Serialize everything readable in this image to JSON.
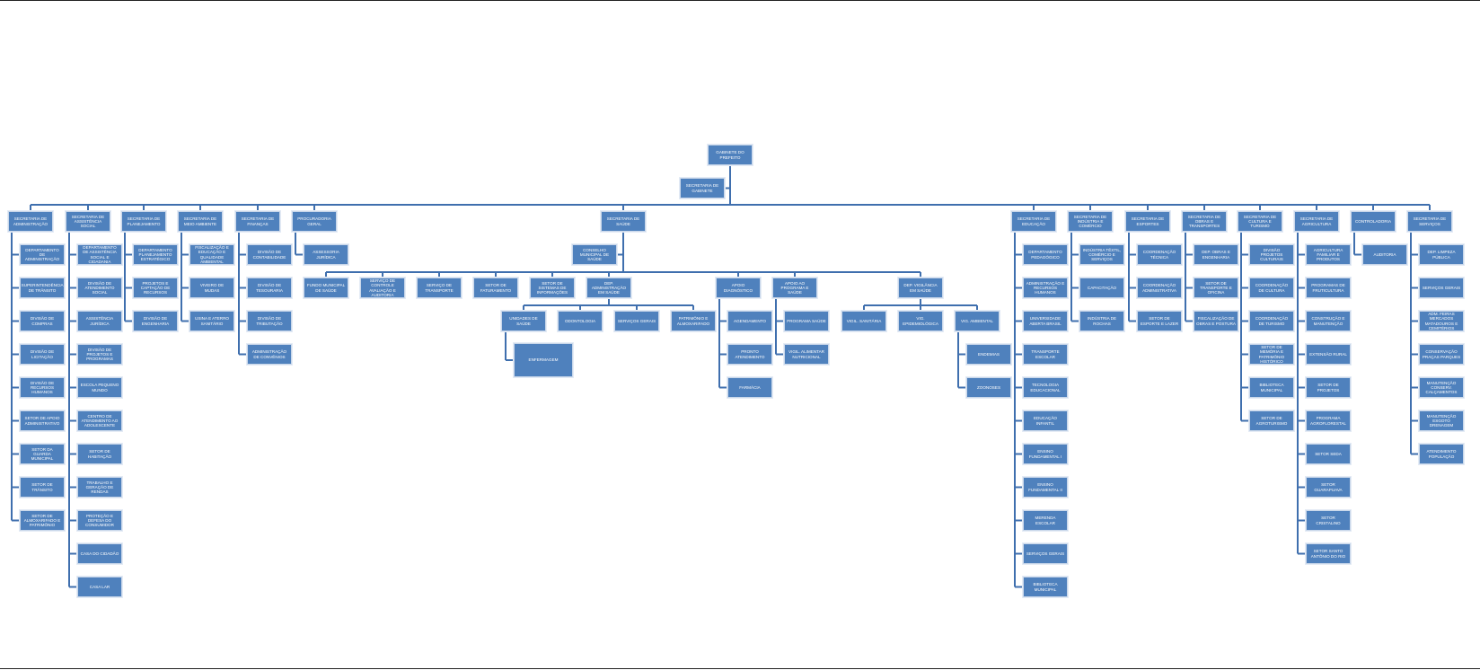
{
  "top": {
    "mayor": "GABINETE DO PREFEITO",
    "cabinet": "SECRETARIA DE GABINETE"
  },
  "departments": [
    {
      "name": "SECRETARIA DE ADMINISTRAÇÃO",
      "children": [
        "DEPARTAMENTO DE ADMINISTRAÇÃO",
        "SUPERINTENDÊNCIA DE TRÂNSITO",
        "DIVISÃO DE COMPRAS",
        "DIVISÃO DE LICITAÇÃO",
        "DIVISÃO DE RECURSOS HUMANOS",
        "SETOR DE APOIO ADMINISTRATIVO",
        "SETOR DA GUARDA MUNICIPAL",
        "SETOR DE TRÂNSITO",
        "SETOR DE ALMOXARIFADO E PATRIMÔNIO"
      ]
    },
    {
      "name": "SECRETARIA DE ASSISTÊNCIA SOCIAL",
      "children": [
        "DEPARTAMENTO DE ASSISTÊNCIA SOCIAL E CIDADANIA",
        "DIVISÃO DE ATENDIMENTO SOCIAL",
        "ASSISTÊNCIA JURÍDICA",
        "DIVISÃO DE PROJETOS E PROGRAMAS",
        "ESCOLA PEQUENO MUNDO",
        "CENTRO DE ATENDIMENTO AO ADOLESCENTE",
        "SETOR DE HABITAÇÃO",
        "TRABALHO E GERAÇÃO DE RENDAS",
        "PROTEÇÃO E DEFESA DO CONSUMIDOR",
        "CASA DO CIDADÃO",
        "CASA LAR"
      ]
    },
    {
      "name": "SECRETARIA DE PLANEJAMENTO",
      "children": [
        "DEPARTAMENTO PLANEJAMENTO ESTRATÉGICO",
        "PROJETOS E CAPTAÇÃO DE RECURSOS",
        "DIVISÃO DE ENGENHARIA"
      ]
    },
    {
      "name": "SECRETARIA DE MEIO AMBIENTE",
      "children": [
        "FISCALIZAÇÃO E EDUCAÇÃO E QUALIDADE AMBIENTAL",
        "VIVEIRO DE MUDAS",
        "USINA E ATERRO SANITÁRIO"
      ]
    },
    {
      "name": "SECRETARIA DE FINANÇAS",
      "children": [
        "DIVISÃO DE CONTABILIDADE",
        "DIVISÃO DE TESOURARIA",
        "DIVISÃO DE TRIBUTAÇÃO",
        "ADMINISTRAÇÃO DE CONVÊNIOS"
      ]
    },
    {
      "name": "PROCURADORIA GERAL",
      "children": [
        "ASSESSORIA JURÍDICA"
      ]
    },
    {
      "name": "SECRETARIA DE SAÚDE",
      "council": "CONSELHO MUNICIPAL DE SAÚDE",
      "units": [
        {
          "name": "FUNDO MUNICIPAL DE SAÚDE"
        },
        {
          "name": "SERVIÇO DE CONTROLE AVALIAÇÃO E AUDITORIA"
        },
        {
          "name": "SERVIÇO DE TRANSPORTE"
        },
        {
          "name": "SETOR DE FATURAMENTO"
        },
        {
          "name": "SETOR DE SISTEMAS DE INFORMAÇÕES"
        },
        {
          "name": "DEP. ADMINISTRAÇÃO EM SAÚDE",
          "children": [
            {
              "name": "UNIDADES DE SAÚDE",
              "children": [
                {
                  "name": "ENFERMAGEM"
                }
              ]
            },
            {
              "name": "ODONTOLOGIA"
            },
            {
              "name": "SERVIÇOS GERAIS"
            },
            {
              "name": "PATRIMÔNIO E ALMOXARIFADO"
            }
          ]
        },
        {
          "name": "APOIO DIAGNÓSTICO",
          "children": [
            {
              "name": "AGENDAMENTO"
            },
            {
              "name": "PRONTO ATENDIMENTO"
            },
            {
              "name": "FARMÁCIA"
            }
          ]
        },
        {
          "name": "APOIO AO PROGRAMA E SAÚDE",
          "children": [
            {
              "name": "PROGRAMA SAÚDE"
            },
            {
              "name": "VIGIL. ALIMENTAR NUTRICIONAL"
            }
          ]
        },
        {
          "name": "DEP. VIGILÂNCIA EM SAÚDE",
          "children": [
            {
              "name": "VIGIL. SANITÁRIA"
            },
            {
              "name": "VIG. EPIDEMIOLÓGICA"
            },
            {
              "name": "VIG. AMBIENTAL",
              "children": [
                {
                  "name": "ENDEMIAS"
                },
                {
                  "name": "ZOONOSES"
                }
              ]
            }
          ]
        }
      ]
    },
    {
      "name": "SECRETARIA DE EDUCAÇÃO",
      "children": [
        "DEPARTAMENTO PEDAGÓGICO",
        "ADMINISTRAÇÃO E RECURSOS HUMANOS",
        "UNIVERSIDADE ABERTA BRASIL",
        "TRANSPORTE ESCOLAR",
        "TECNOLOGIA EDUCACIONAL",
        "EDUCAÇÃO INFANTIL",
        "ENSINO FUNDAMENTAL I",
        "ENSINO FUNDAMENTAL II",
        "MERENDA ESCOLAR",
        "SERVIÇOS GERAIS",
        "BIBLIOTECA MUNICIPAL"
      ]
    },
    {
      "name": "SECRETARIA DE INDÚSTRIA E COMÉRCIO",
      "children": [
        "INDÚSTRIA TÊXTIL, COMÉRCIO E SERVIÇOS",
        "CAPACITAÇÃO",
        "INDÚSTRIA DE ROCHAS"
      ]
    },
    {
      "name": "SECRETARIA DE ESPORTES",
      "children": [
        "COORDENAÇÃO TÉCNICA",
        "COORDENAÇÃO ADMINISTRATIVA",
        "SETOR DE ESPORTE E LAZER"
      ]
    },
    {
      "name": "SECRETARIA DE OBRAS E TRANSPORTES",
      "children": [
        "DEP. OBRAS E ENGENHARIA",
        "SETOR DE TRANSPORTE E OFICINA",
        "FISCALIZAÇÃO DE OBRAS E POSTURA"
      ]
    },
    {
      "name": "SECRETARIA DE CULTURA E TURISMO",
      "children": [
        "DIVISÃO PROJETOS CULTURAIS",
        "COORDENAÇÃO DE CULTURA",
        "COORDENAÇÃO DE TURISMO",
        "SETOR DE MEMÓRIA E PATRIMÔNIO HISTÓRICO",
        "BIBLIOTECA MUNICIPAL",
        "SETOR DE AGROTURISMO"
      ]
    },
    {
      "name": "SECRETARIA DE AGRICULTURA",
      "children": [
        "AGRICULTURA FAMILIAR E PRODUTOS",
        "PROGRAMAS DE FRUTICULTURA",
        "CONSTRUÇÃO E MANUTENÇÃO",
        "EXTENSÃO RURAL",
        "SETOR DE PROJETOS",
        "PROGRAMA AGROFLORESTAL",
        "SETOR SEDA",
        "SETOR GUARAPUAVA",
        "SETOR CRISTALINO",
        "SETOR SANTO ANTÔNIO DO RIO"
      ]
    },
    {
      "name": "CONTROLADORIA",
      "children": [
        "AUDITORIA"
      ]
    },
    {
      "name": "SECRETARIA DE SERVIÇOS",
      "children": [
        "DEP. LIMPEZA PÚBLICA",
        "SERVIÇOS GERAIS",
        "ADM. FEIRAS MERCADOS MATADOUROS E CEMITÉRIOS",
        "CONSERVAÇÃO PRAÇAS PARQUES",
        "MANUTENÇÃO CONSERV. CALÇAMENTOS",
        "MANUTENÇÃO ESGOTO DRENAGEM",
        "ATENDIMENTO POPULAÇÃO"
      ]
    }
  ]
}
